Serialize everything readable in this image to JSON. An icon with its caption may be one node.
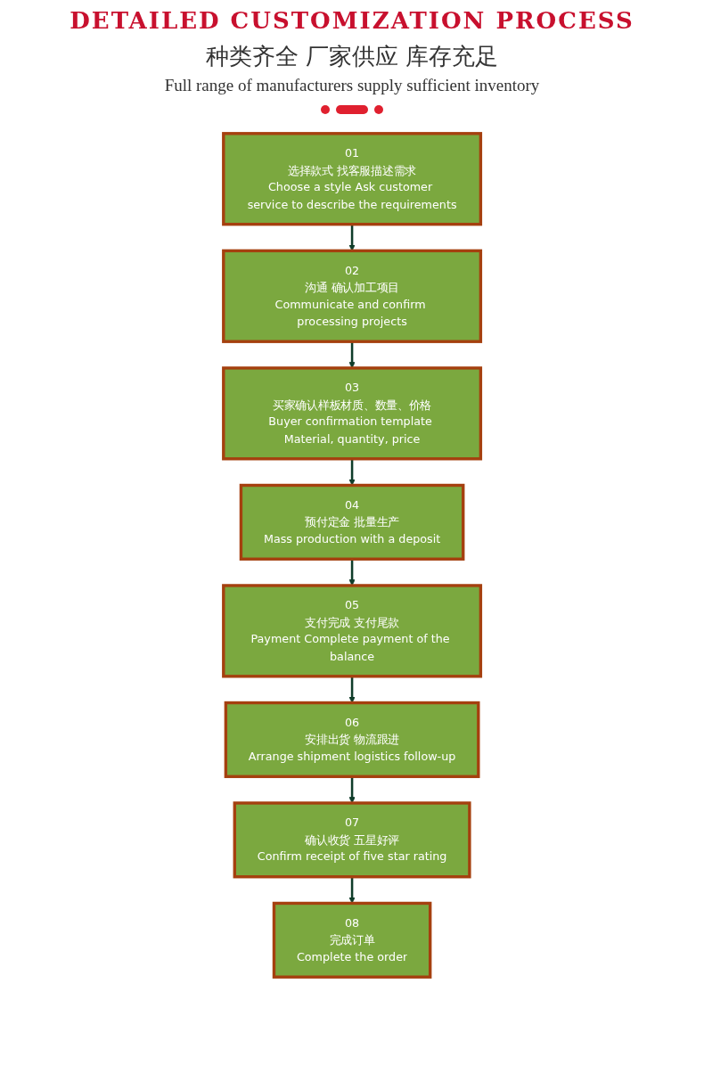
{
  "diagram": {
    "title": "DETAILED CUSTOMIZATION PROCESS",
    "nodes": [
      {
        "text": [
          "01",
          "选择款式 找客服描述需求",
          "Choose a style Ask customer service to describe the requirements"
        ]
      },
      {
        "text": [
          "02",
          "沟通 确认加工项目",
          "Communicate and confirm processing projects"
        ]
      },
      {
        "text": [
          "04",
          "预付定金 批量生产",
          "Mass production with a deposit"
        ]
      },
      {
        "text": [
          "03",
          "买家确认样板材质、数量、价格",
          "Buyer confirmation template Material, quantity, price"
        ]
      },
      {
        "text": [
          "05",
          "支付完成 支付尾款",
          "Payment Complete payment of the balance"
        ]
      },
      {
        "text": [
          "06",
          "安排出货 物流跟进",
          "Arrange shipment logistics follow-up"
        ]
      },
      {
        "text": [
          "08",
          "完成订单",
          "Complete the order"
        ]
      },
      {
        "text": [
          "07",
          "确认收货 五星好评",
          "Confirm receipt of five star rating"
        ]
      }
    ],
    "edges": [
      {
        "from": 0,
        "to": 1,
        "arrow": "to"
      },
      {
        "from": 1,
        "to": 3,
        "arrow": "to"
      },
      {
        "from": 3,
        "to": 2,
        "arrow": "to"
      },
      {
        "from": 2,
        "to": 4,
        "arrow": "to"
      },
      {
        "from": 4,
        "to": 5,
        "arrow": "to"
      },
      {
        "from": 5,
        "to": 7,
        "arrow": "to"
      },
      {
        "from": 7,
        "to": 6,
        "arrow": "to"
      }
    ],
    "labels": [
      "种类齐全 厂家供应 库存充足",
      "Full range of manufacturers supply sufficient inventory"
    ]
  }
}
